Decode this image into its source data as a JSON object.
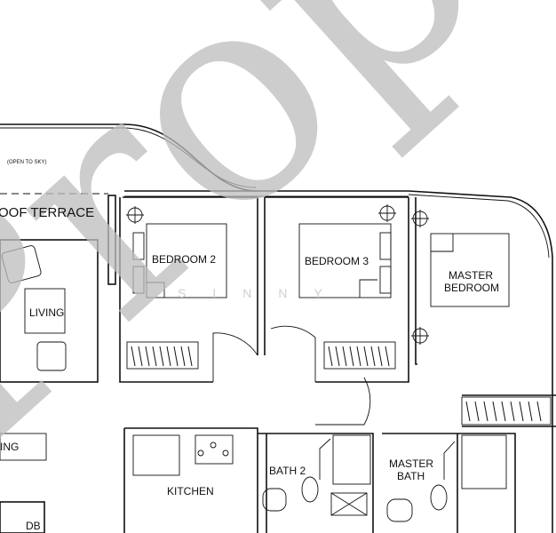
{
  "watermark": {
    "text": "Prop",
    "subtext": "SINNY"
  },
  "labels": {
    "open_to_sky": "(OPEN TO SKY)",
    "roof_terrace": "OOF TERRACE",
    "living": "LIVING",
    "dining": "ING",
    "bedroom2": "BEDROOM 2",
    "bedroom3": "BEDROOM 3",
    "master_bedroom_1": "MASTER",
    "master_bedroom_2": "BEDROOM",
    "kitchen": "KITCHEN",
    "bath2": "BATH 2",
    "master_bath_1": "MASTER",
    "master_bath_2": "BATH",
    "db": "DB"
  }
}
